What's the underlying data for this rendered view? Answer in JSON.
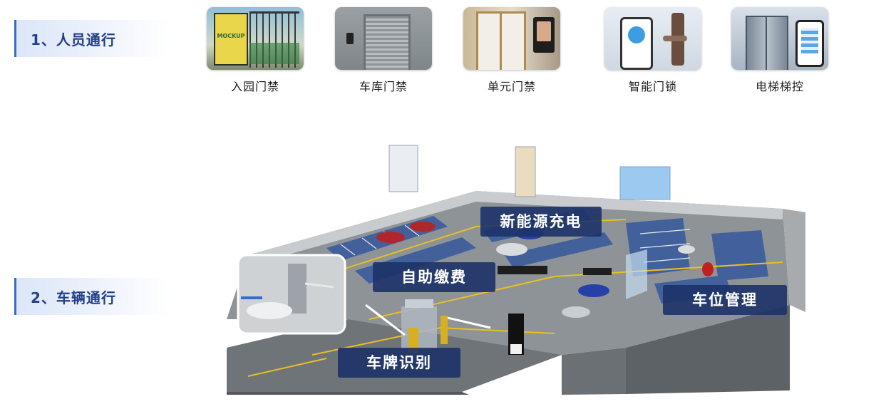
{
  "sections": {
    "people": {
      "label": "1、人员通行"
    },
    "vehicle": {
      "label": "2、车辆通行"
    }
  },
  "people_items": [
    {
      "caption": "入园门禁",
      "icon": "park-gate-icon",
      "poster_text": "MOCKUP"
    },
    {
      "caption": "车库门禁",
      "icon": "garage-door-icon"
    },
    {
      "caption": "单元门禁",
      "icon": "unit-door-face-recognition-icon"
    },
    {
      "caption": "智能门锁",
      "icon": "smart-lock-phone-icon"
    },
    {
      "caption": "电梯梯控",
      "icon": "elevator-control-icon"
    }
  ],
  "vehicle_tags": {
    "charging": "新能源充电",
    "self_payment": "自助缴费",
    "space_management": "车位管理",
    "plate_recognition": "车牌识别"
  },
  "colors": {
    "accent": "#3a69c4",
    "label_text": "#23408c",
    "tag_bg": "#1c3368"
  }
}
